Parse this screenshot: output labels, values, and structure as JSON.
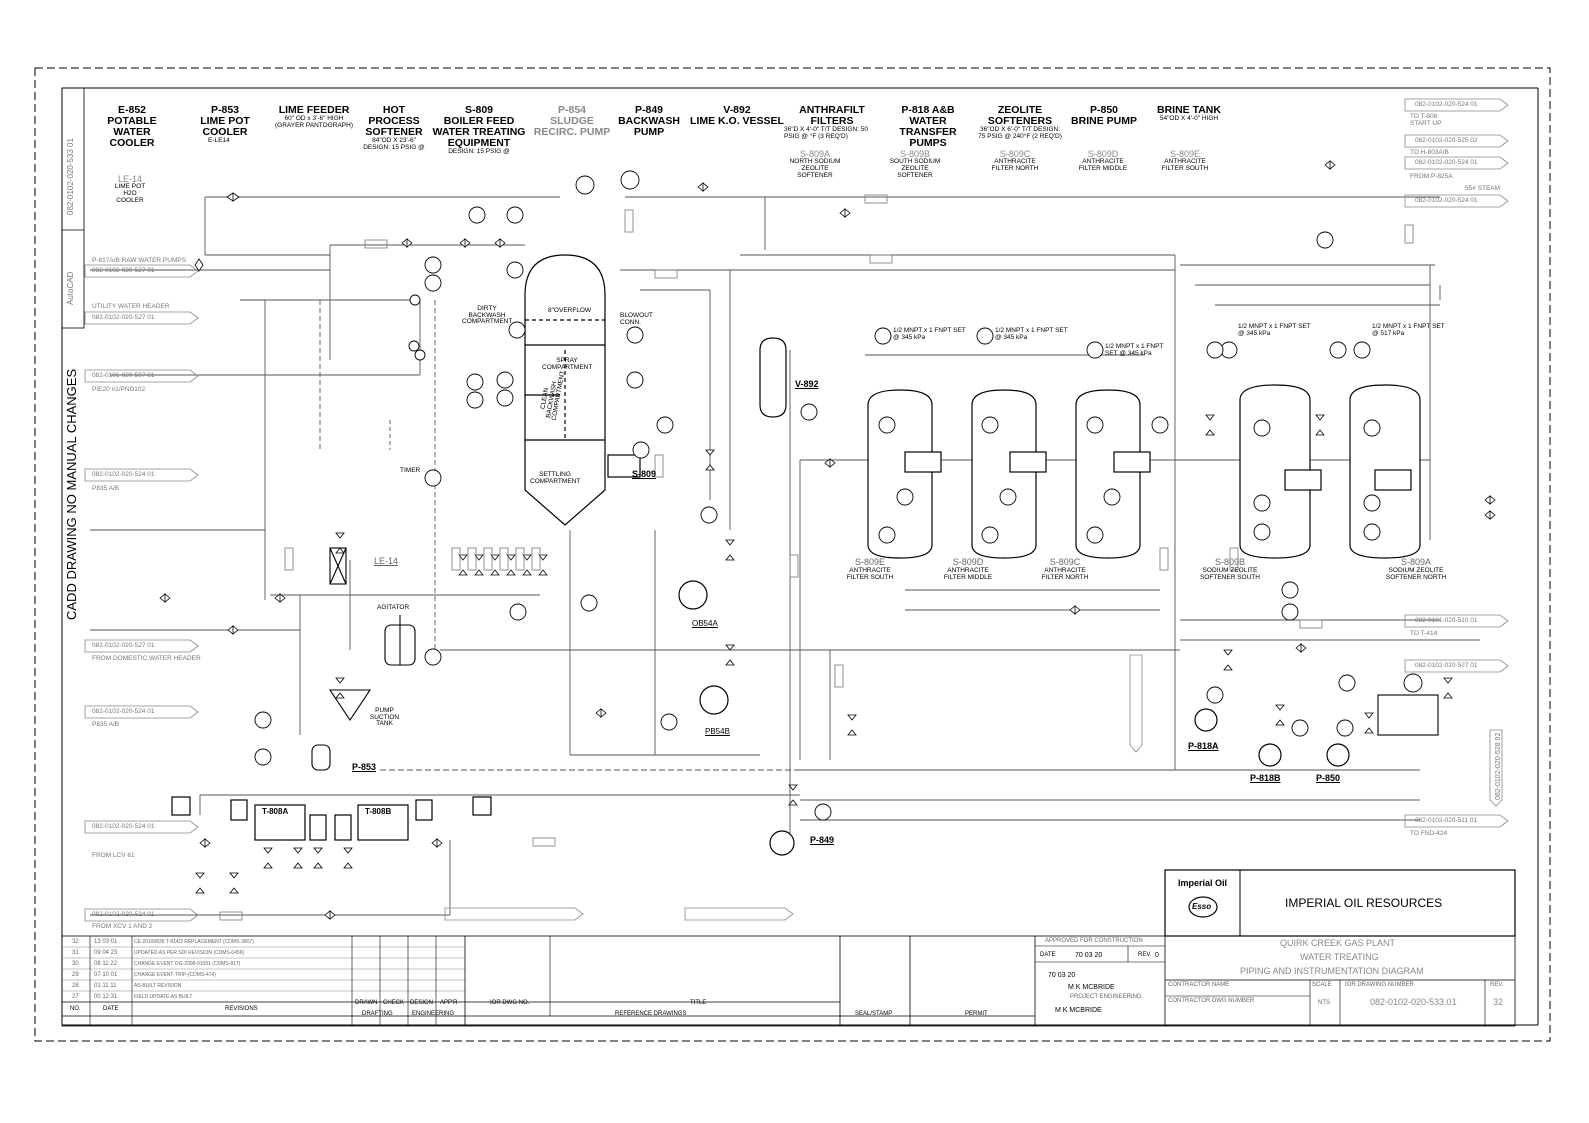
{
  "equipment_headers": [
    {
      "tag": "E-852",
      "title": "POTABLE WATER COOLER",
      "sub": "",
      "grey": false
    },
    {
      "tag": "P-853",
      "title": "LIME POT COOLER",
      "sub": "E-LE14",
      "grey": false
    },
    {
      "tag": "LIME FEEDER",
      "title": "",
      "sub": "60\" OD x 3'-6\" HIGH (GRAYER PANTOGRAPH)",
      "grey": false
    },
    {
      "tag": "HOT PROCESS",
      "title": "SOFTENER",
      "sub": "84\"OD X 23'-6\" DESIGN: 15 PSIG @",
      "grey": false
    },
    {
      "tag": "S-809",
      "title": "BOILER FEED WATER TREATING EQUIPMENT",
      "sub": "DESIGN: 15 PSIG @",
      "grey": false
    },
    {
      "tag": "P-854",
      "title": "SLUDGE RECIRC. PUMP",
      "sub": "",
      "grey": true
    },
    {
      "tag": "P-849",
      "title": "BACKWASH PUMP",
      "sub": "",
      "grey": false
    },
    {
      "tag": "V-892",
      "title": "LIME K.O. VESSEL",
      "sub": "",
      "grey": false
    },
    {
      "tag": "ANTHRAFILT FILTERS",
      "title": "",
      "sub": "36\"D X 4'-0\" T/T DESIGN: 50 PSIG @ °F (3 REQ'D)",
      "grey": false
    },
    {
      "tag": "P-818 A&B",
      "title": "WATER TRANSFER PUMPS",
      "sub": "",
      "grey": false
    },
    {
      "tag": "ZEOLITE",
      "title": "SOFTENERS",
      "sub": "36\"OD X 6'-0\" T/T DESIGN: 75 PSIG @ 240°F (2 REQ'D)",
      "grey": false
    },
    {
      "tag": "P-850",
      "title": "BRINE PUMP",
      "sub": "",
      "grey": false
    },
    {
      "tag": "BRINE TANK",
      "title": "",
      "sub": "54\"OD X 4'-0\" HIGH",
      "grey": false
    }
  ],
  "sub_headers": [
    {
      "tag": "S-809A",
      "desc": "NORTH SODIUM ZEOLITE SOFTENER"
    },
    {
      "tag": "S-809B",
      "desc": "SOUTH SODIUM ZEOLITE SOFTENER"
    },
    {
      "tag": "S-809C",
      "desc": "ANTHRACITE FILTER NORTH"
    },
    {
      "tag": "S-809D",
      "desc": "ANTHRACITE FILTER MIDDLE"
    },
    {
      "tag": "S-809E",
      "desc": "ANTHRACITE FILTER SOUTH"
    }
  ],
  "left_refs": [
    {
      "tag": "LE-14",
      "desc": "LIME POT H2O COOLER"
    },
    {
      "text": "P-817A/B RAW WATER PUMPS"
    },
    {
      "text": "082-0102-020-527 01"
    },
    {
      "text": "UTILITY WATER HEADER"
    },
    {
      "text": "082-0102-020-527 01"
    },
    {
      "text": "082-0101-020-507 01"
    },
    {
      "text": "PIE20 #1/PND102"
    },
    {
      "text": "082-0102-020-524 01"
    },
    {
      "text": "P835 A/B"
    },
    {
      "text": "082-0102-020-527 01"
    },
    {
      "text": "FROM DOMESTIC WATER HEADER"
    },
    {
      "text": "082-0102-020-524 01"
    },
    {
      "text": "P835 A/B"
    },
    {
      "text": "082-0102-020-524 01"
    },
    {
      "text": "FROM LCV 61"
    },
    {
      "text": "082-0102-020-524 01"
    },
    {
      "text": "FROM XCV 1 AND 2"
    }
  ],
  "right_refs": [
    {
      "text": "082-0102-020-524 01",
      "sub": "TO T-808 START UP"
    },
    {
      "text": "082-0102-020-525 02",
      "sub": "TO H-803A/B"
    },
    {
      "text": "082-0102-020-524 01",
      "sub": "FROM P-825A"
    },
    {
      "text": "55# STEAM",
      "sub": ""
    },
    {
      "text": "082-0102-020-524 01",
      "sub": ""
    },
    {
      "text": "082-0101-020-510 01",
      "sub": "TO T-414"
    },
    {
      "text": "082-0102-020-527 01",
      "sub": ""
    },
    {
      "text": "082-0102-020-511 01",
      "sub": "TO FND-424"
    }
  ],
  "vessel_labels": [
    {
      "text": "V-892"
    },
    {
      "text": "S-809"
    },
    {
      "text": "S-809E",
      "sub": "ANTHRACITE FILTER SOUTH"
    },
    {
      "text": "S-809D",
      "sub": "ANTHRACITE FILTER MIDDLE"
    },
    {
      "text": "S-809C",
      "sub": "ANTHRACITE FILTER NORTH"
    },
    {
      "text": "S-809B",
      "sub": "SODIUM ZEOLITE SOFTENER SOUTH"
    },
    {
      "text": "S-809A",
      "sub": "SODIUM ZEOLITE SOFTENER NORTH"
    },
    {
      "text": "LE-14"
    },
    {
      "text": "P-853"
    },
    {
      "text": "P-849"
    },
    {
      "text": "P-818A"
    },
    {
      "text": "P-818B"
    },
    {
      "text": "P-850"
    },
    {
      "text": "OB54A"
    },
    {
      "text": "PB54B"
    },
    {
      "text": "T-808A"
    },
    {
      "text": "T-808B"
    }
  ],
  "softener_labels": {
    "overflow": "8\"OVERFLOW",
    "dirty": "DIRTY BACKWASH COMPARTMENT",
    "spray": "SPRAY COMPARTMENT",
    "clean": "CLEAN BACKWASH COMPARTMENT",
    "settling": "SETTLING COMPARTMENT",
    "blowout": "BLOWOUT CONN.",
    "agitator": "AGITATOR",
    "pump_suction": "PUMP SUCTION TANK",
    "timer": "TIMER"
  },
  "psv_notes": [
    "1/2 MNPT x 1 FNPT SET @ 345 kPa",
    "1/2 MNPT x 1 FNPT SET @ 345 kPa",
    "1/2 MNPT x 1 FNPT SET @ 345 kPa",
    "1/2 MNPT x 1 FNPT SET @ 345 kPa",
    "1/2 MNPT x 1 FNPT SET @ 517 kPa"
  ],
  "side_texts": {
    "cadd": "CADD DRAWING NO MANUAL CHANGES",
    "autocad": "AutoCAD",
    "drawing_no_vert": "082-0102-020-533 01",
    "right_vert": "082-0102-020-528 02"
  },
  "title_block": {
    "company_logo": "Imperial Oil",
    "esso": "Esso",
    "company": "IMPERIAL OIL RESOURCES",
    "project": "QUIRK CREEK GAS PLANT",
    "area": "WATER TREATING",
    "type": "PIPING AND INSTRUMENTATION DIAGRAM",
    "approved": "APPROVED FOR CONSTRUCTION",
    "date_label": "DATE",
    "date_value": "70 03 20",
    "rev_label": "REV.",
    "rev_value": "0",
    "sig_date": "70 03 20",
    "engineer": "M K MCBRIDE",
    "project_eng": "PROJECT ENGINEERING",
    "engineer2": "M K MCBRIDE",
    "contractor_name": "CONTRACTOR NAME",
    "contractor_dwg": "CONTRACTOR DWG NUMBER",
    "scale_label": "SCALE",
    "scale_value": "NTS",
    "ior_dwg_label": "IOR DRAWING NUMBER",
    "dwg_number": "082-0102-020-533.01",
    "rev_col": "REV.",
    "rev_number": "32",
    "no": "NO.",
    "date": "DATE",
    "revisions": "REVISIONS",
    "drawn": "DRAWN",
    "check": "CHECK",
    "design": "DESIGN",
    "appr": "APP'R",
    "ior_dwg_no": "IOR DWG NO.",
    "title": "TITLE",
    "drafting": "DRAFTING",
    "engineering": "ENGINEERING",
    "reference": "REFERENCE DRAWINGS",
    "seal": "SEAL/STAMP",
    "permit": "PERMIT"
  },
  "revision_rows": [
    {
      "no": "32",
      "date": "13 03 01",
      "desc": "CE 20100826 T-814/3 REPLACEMENT (CDMS-3807)"
    },
    {
      "no": "31",
      "date": "09 04 23",
      "desc": "UPDATED AS PER SDI REVISION (CDMS-0456)"
    },
    {
      "no": "30",
      "date": "08 11 22",
      "desc": "CHANGE EVENT OG-2008-01051 (CDMS-817)"
    },
    {
      "no": "29",
      "date": "07 10 01",
      "desc": "CHANGE EVENT-TRIP-(CDMS-474)"
    },
    {
      "no": "28",
      "date": "01 11 11",
      "desc": "AS-BUILT REVISION"
    },
    {
      "no": "27",
      "date": "00 12 31",
      "desc": "FIELD UPDATE AS BUILT"
    }
  ]
}
